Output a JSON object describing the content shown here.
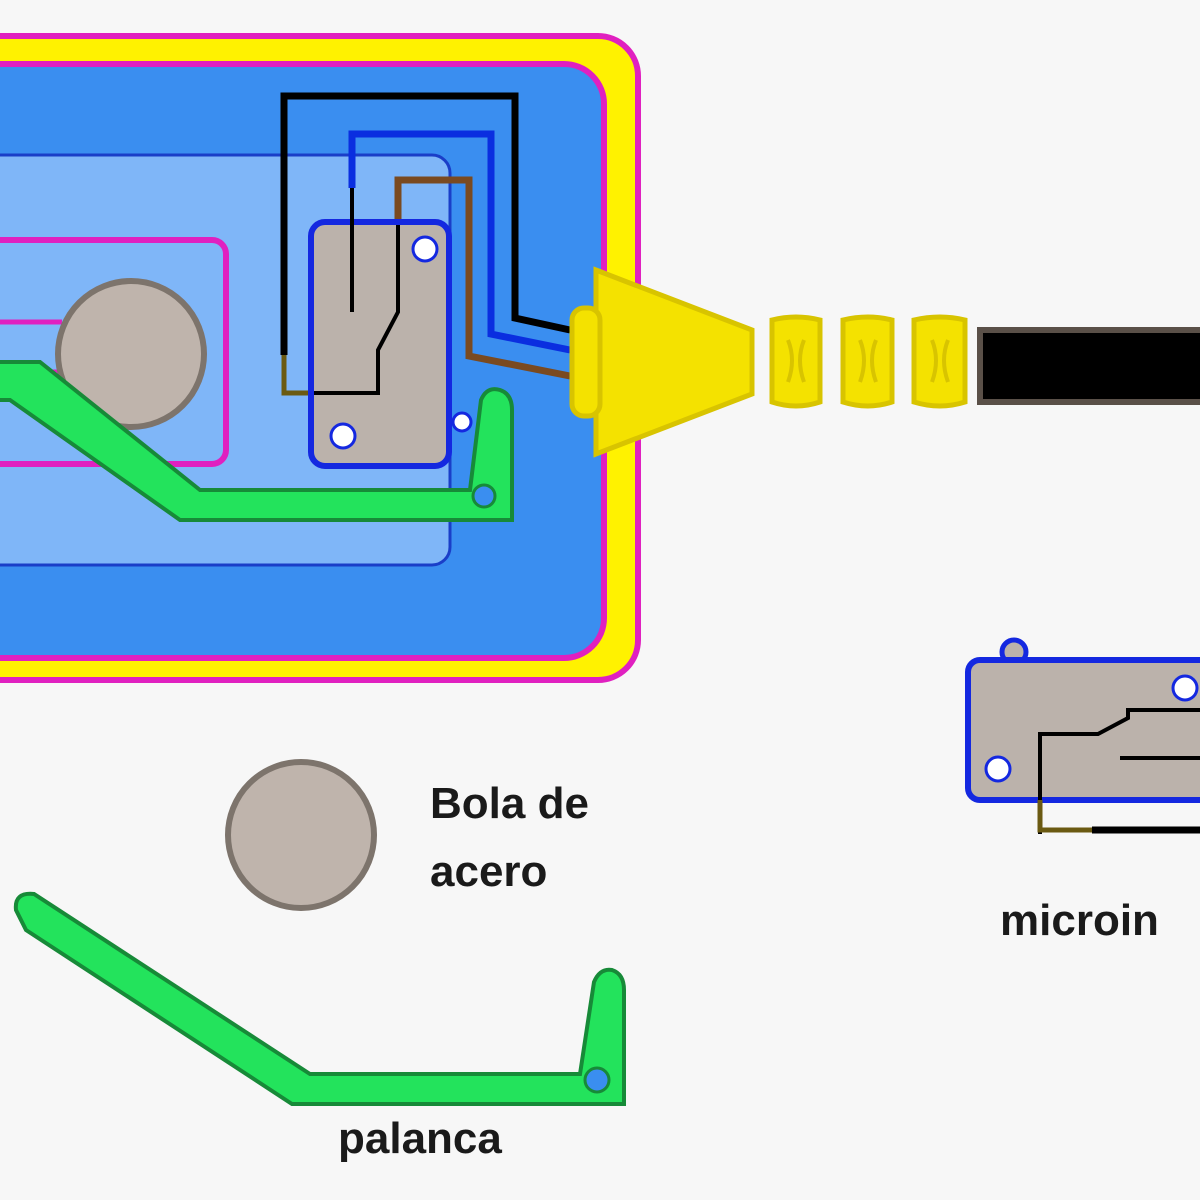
{
  "labels": {
    "ball_line1": "Bola de",
    "ball_line2": "acero",
    "lever": "palanca",
    "microswitch": "microin"
  },
  "colors": {
    "background": "#f7f7f7",
    "housing_outer": "#fff200",
    "housing_border": "#e020c0",
    "housing_fill": "#3a8ef0",
    "inner_panel": "#7fb6f8",
    "switch_body": "#bbb2ab",
    "switch_border": "#1428e0",
    "ball": "#bfb4ac",
    "ball_border": "#7d746c",
    "lever": "#23e35c",
    "lever_border": "#178a38",
    "connector": "#f4e200",
    "cable": "#000000",
    "wire_black": "#000000",
    "wire_blue": "#0a2ee0",
    "wire_brown": "#7a4a20",
    "wire_olive": "#6b5a12"
  }
}
